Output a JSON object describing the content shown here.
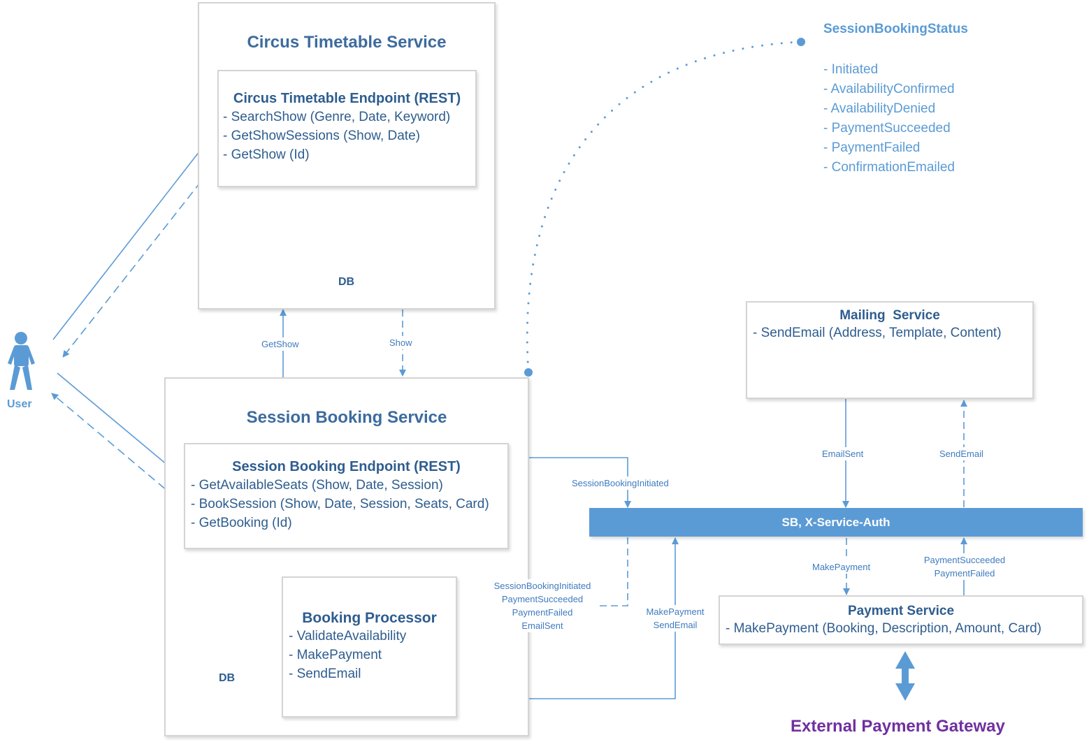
{
  "timetable_service": {
    "title": "Circus Timetable Service",
    "endpoint_title": "Circus Timetable Endpoint (REST)",
    "operations": [
      "- SearchShow (Genre, Date, Keyword)",
      "- GetShowSessions (Show, Date)",
      "- GetShow (Id)"
    ],
    "db_label": "DB"
  },
  "booking_service": {
    "title": "Session Booking Service",
    "endpoint_title": "Session Booking Endpoint (REST)",
    "operations": [
      "- GetAvailableSeats (Show, Date, Session)",
      "- BookSession (Show, Date, Session, Seats, Card)",
      "- GetBooking (Id)"
    ],
    "db_label": "DB",
    "processor_title": "Booking Processor",
    "processor_operations": [
      "- ValidateAvailability",
      "- MakePayment",
      "- SendEmail"
    ]
  },
  "mailing_service": {
    "title": "Mailing  Service",
    "operations": [
      "- SendEmail (Address, Template, Content)"
    ]
  },
  "payment_service": {
    "title": "Payment Service",
    "operations": [
      "- MakePayment (Booking, Description, Amount, Card)"
    ]
  },
  "service_bus": {
    "label": "SB, X-Service-Auth"
  },
  "user": {
    "label": "User"
  },
  "external_gateway": {
    "label": "External Payment Gateway"
  },
  "status_enum": {
    "title": "SessionBookingStatus",
    "values": [
      "- Initiated",
      "- AvailabilityConfirmed",
      "- AvailabilityDenied",
      "- PaymentSucceeded",
      "- PaymentFailed",
      "- ConfirmationEmailed"
    ]
  },
  "edge_labels": {
    "get_show": "GetShow",
    "show": "Show",
    "session_booking_initiated": "SessionBookingInitiated",
    "processor_events": [
      "SessionBookingInitiated",
      "PaymentSucceeded",
      "PaymentFailed",
      "EmailSent"
    ],
    "processor_commands": [
      "MakePayment",
      "SendEmail"
    ],
    "email_sent": "EmailSent",
    "send_email": "SendEmail",
    "make_payment": "MakePayment",
    "payment_results": [
      "PaymentSucceeded",
      "PaymentFailed"
    ]
  },
  "colors": {
    "line": "#5b9bd5",
    "bus": "#5b9bd5",
    "title": "#3d6b9e",
    "text": "#2e5d8f",
    "gateway": "#7030a0",
    "box_border": "#d4d4d4"
  }
}
